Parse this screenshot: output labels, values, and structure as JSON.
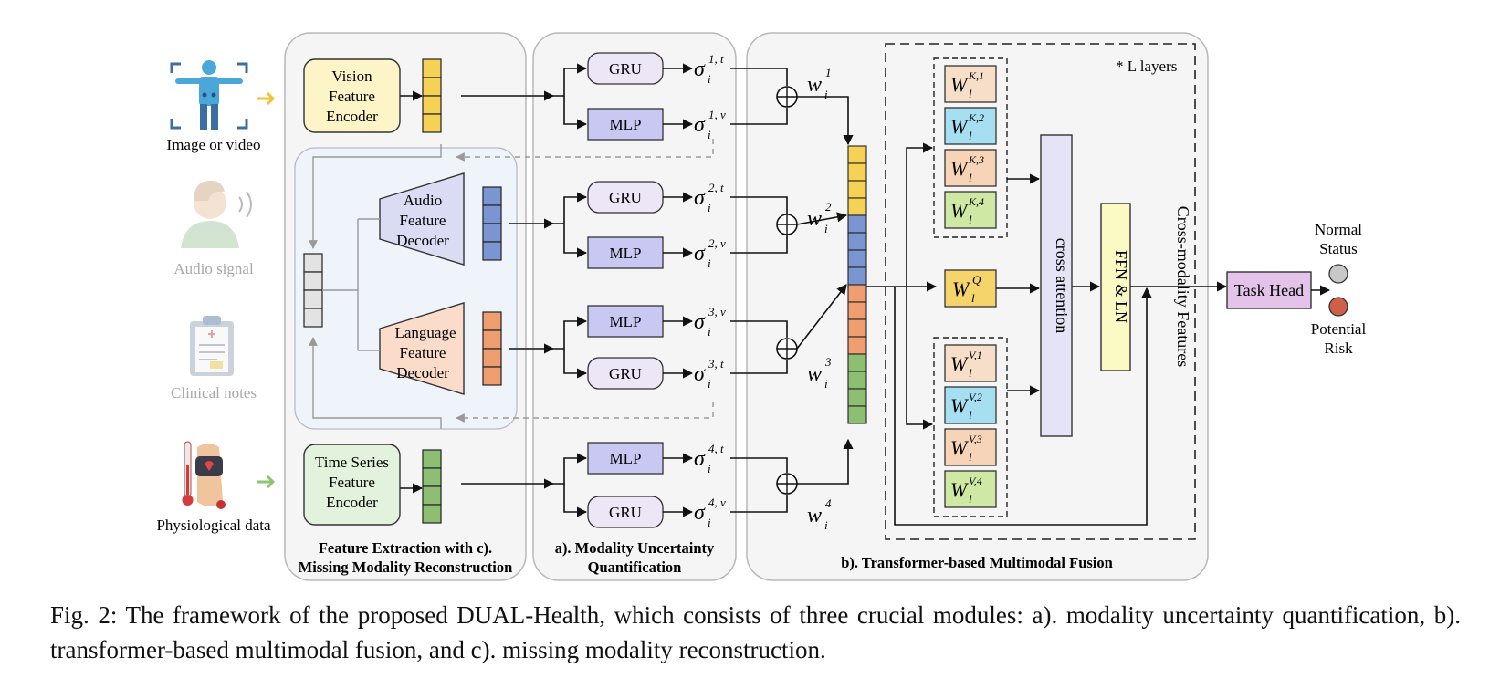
{
  "inputs": {
    "vision": "Image or video",
    "audio": "Audio signal",
    "clinical": "Clinical notes",
    "physio": "Physiological data"
  },
  "extraction": {
    "vision_encoder": [
      "Vision",
      "Feature",
      "Encoder"
    ],
    "audio_decoder": [
      "Audio",
      "Feature",
      "Decoder"
    ],
    "language_decoder": [
      "Language",
      "Feature",
      "Decoder"
    ],
    "ts_encoder": [
      "Time Series",
      "Feature",
      "Encoder"
    ],
    "title": [
      "Feature Extraction with c).",
      "Missing Modality Reconstruction"
    ]
  },
  "uncertainty": {
    "gru": "GRU",
    "mlp": "MLP",
    "sigma": "σ",
    "sub_i": "i",
    "sup": [
      "1, t",
      "1, v",
      "2, t",
      "2, v",
      "3, v",
      "3, t",
      "4, t",
      "4, v"
    ],
    "title": [
      "a). Modality Uncertainty",
      "Quantification"
    ]
  },
  "fusion": {
    "w": "w",
    "w_sub": "i",
    "w_sup": [
      "1",
      "2",
      "3",
      "4"
    ],
    "l_layers": "* L layers",
    "W": "W",
    "W_sub": "l",
    "wk_sup": [
      "K,1",
      "K,2",
      "K,3",
      "K,4"
    ],
    "wq_sup": "Q",
    "wv_sup": [
      "V,1",
      "V,2",
      "V,3",
      "V,4"
    ],
    "cross_attention": "cross attention",
    "ffn": "FFN & LN",
    "cross_modality": "Cross-modality Features",
    "title": "b). Transformer-based Multimodal Fusion"
  },
  "output": {
    "task_head": "Task Head",
    "normal": [
      "Normal",
      "Status"
    ],
    "risk": [
      "Potential",
      "Risk"
    ]
  },
  "caption": "Fig. 2: The framework of the proposed DUAL-Health, which consists of three crucial modules: a). modality uncertainty quantification, b). transformer-based multimodal fusion, and c). missing modality reconstruction.",
  "colors": {
    "vision": "#f5d155",
    "audio": "#7b95d3",
    "language": "#ee9e6f",
    "physio": "#8dbf72",
    "grey_vec": "#e3e3e3",
    "gru_fill": "#ece6f6",
    "mlp_fill": "#c8c8f3",
    "k1": "#f7dec8",
    "k2": "#a6def2",
    "k3": "#f7d3b8",
    "k4": "#cfe9a4",
    "q": "#f5d46b",
    "cross": "#e4e4f6",
    "ffn": "#fbf9c4",
    "task": "#e3c3ea",
    "normal_dot": "#c8c8c8",
    "risk_dot": "#cf6048"
  }
}
